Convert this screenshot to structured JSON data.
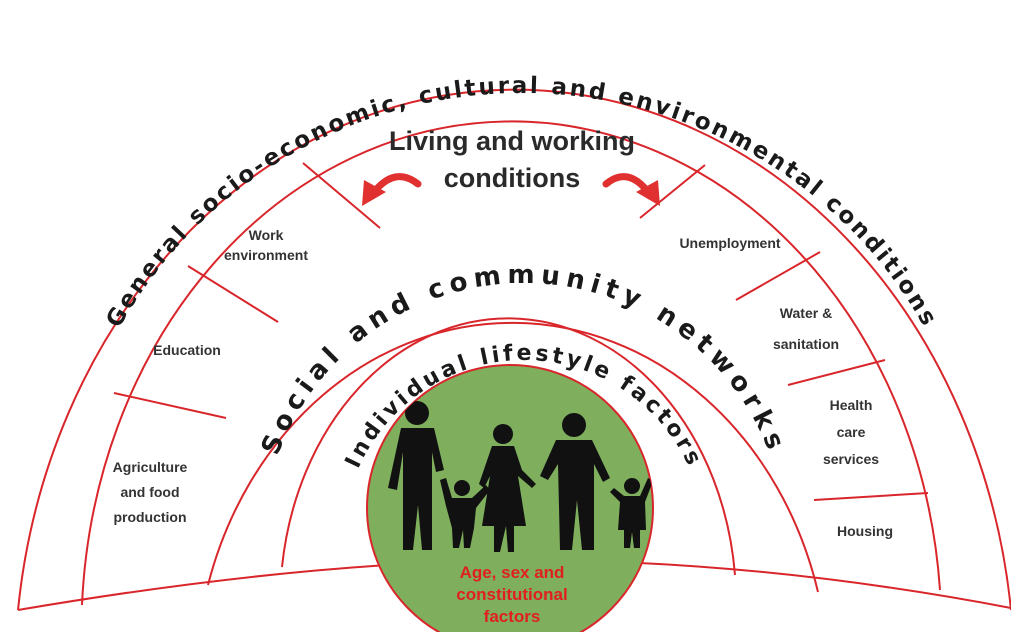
{
  "outer_ring_text": "General socio-economic, cultural and environmental conditions",
  "heading": {
    "line1": "Living and working",
    "line2": "conditions"
  },
  "sectors_left": {
    "agriculture_line1": "Agriculture",
    "agriculture_line2": "and food",
    "agriculture_line3": "production",
    "education": "Education",
    "work_line1": "Work",
    "work_line2": "environment"
  },
  "sectors_right": {
    "unemployment": "Unemployment",
    "water_line1": "Water &",
    "water_line2": "sanitation",
    "health_line1": "Health",
    "health_line2": "care",
    "health_line3": "services",
    "housing": "Housing"
  },
  "social_ring_text": "Social and community networks",
  "individual_ring_text": "Individual lifestyle factors",
  "center": {
    "line1": "Age, sex and",
    "line2": "constitutional",
    "line3": "factors"
  },
  "colors": {
    "line": "#d9262b",
    "center_fill": "#7fae5d",
    "center_text": "#e02020",
    "arrow": "#e03030"
  }
}
